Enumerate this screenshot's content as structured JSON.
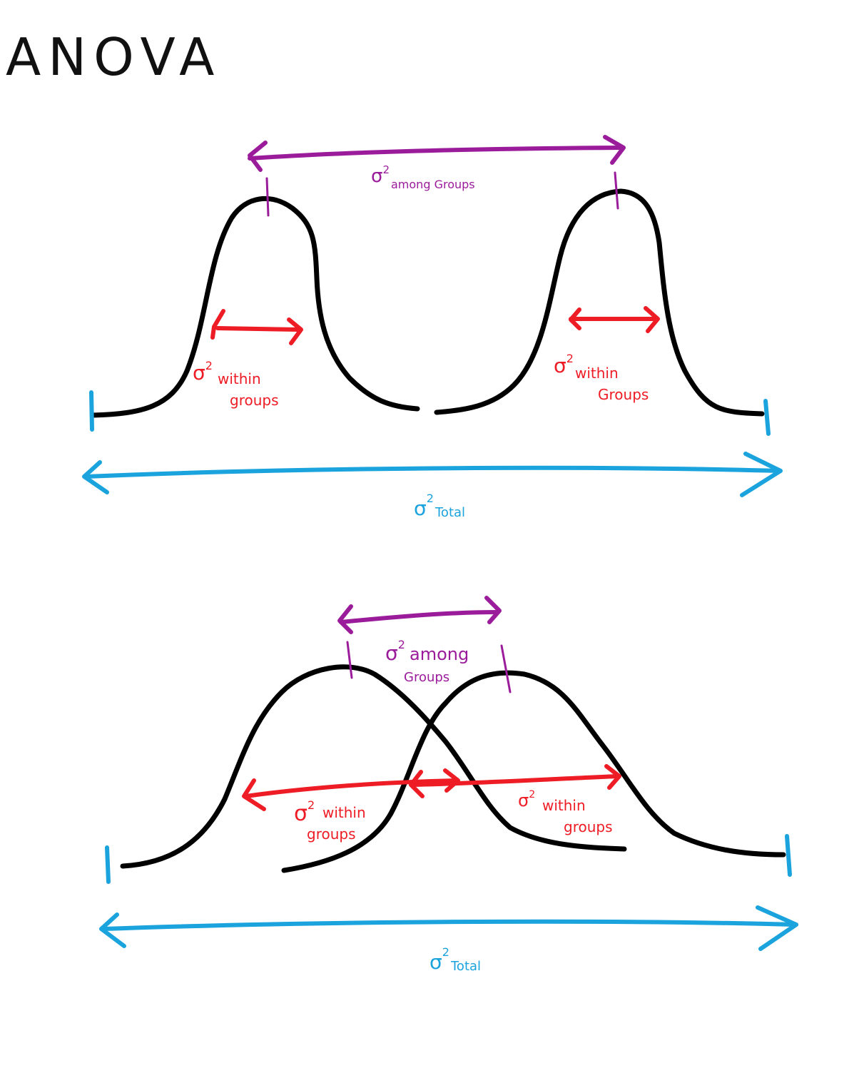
{
  "title": "ANOVA",
  "colors": {
    "curve": "#000000",
    "among": "#9b1c9b",
    "within": "#ee1c25",
    "total": "#1aa3dc"
  },
  "sigma_symbol": "σ",
  "squared": "2",
  "top": {
    "among_label": "among Groups",
    "within_left_label": [
      "within",
      "groups"
    ],
    "within_right_label": [
      "within",
      "Groups"
    ],
    "total_label": "Total"
  },
  "bottom": {
    "among_label": [
      "among",
      "Groups"
    ],
    "within_left_label": [
      "within",
      "groups"
    ],
    "within_right_label": [
      "within",
      "groups"
    ],
    "total_label": "Total"
  }
}
